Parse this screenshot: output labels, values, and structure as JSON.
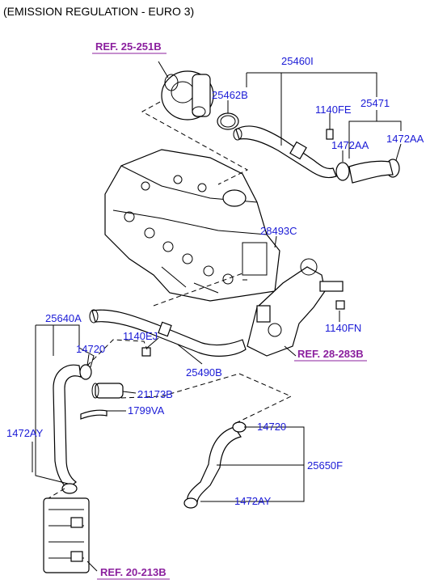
{
  "title": "(EMISSION REGULATION - EURO 3)",
  "refs": {
    "r1": "REF. 25-251B",
    "r2": "REF. 28-283B",
    "r3": "REF. 20-213B"
  },
  "labels": {
    "p25460I": "25460I",
    "p25462B": "25462B",
    "p1140FE": "1140FE",
    "p25471": "25471",
    "p1472AA_a": "1472AA",
    "p1472AA_b": "1472AA",
    "p28493C": "28493C",
    "p25640A": "25640A",
    "p1140EJ": "1140EJ",
    "p14720_a": "14720",
    "p1140FN": "1140FN",
    "p25490B": "25490B",
    "p21173B": "21173B",
    "p1799VA": "1799VA",
    "p1472AY_a": "1472AY",
    "p14720_b": "14720",
    "p25650F": "25650F",
    "p1472AY_b": "1472AY"
  }
}
